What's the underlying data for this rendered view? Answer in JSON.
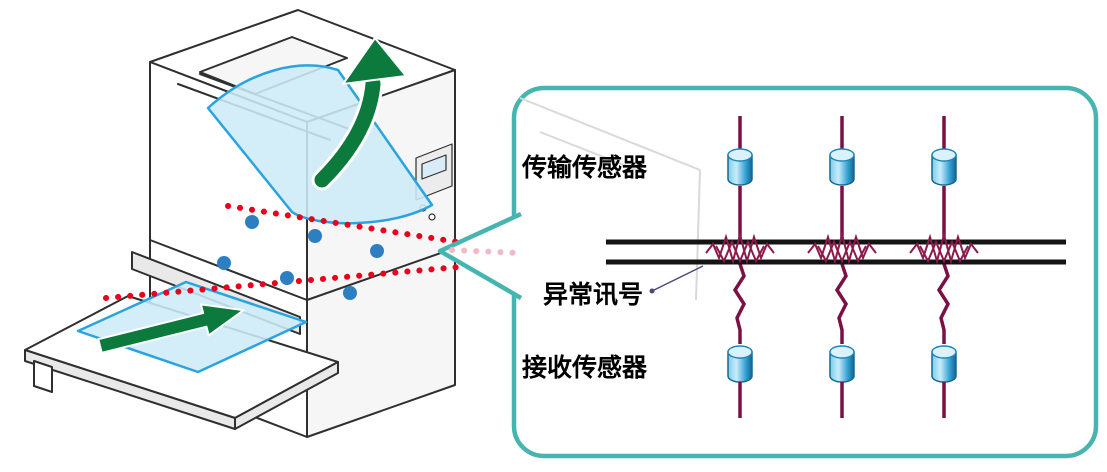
{
  "callout": {
    "labels": {
      "transmit_sensor": "传输传感器",
      "abnormal_signal": "异常讯号",
      "receive_sensor": "接收传感器"
    },
    "sensor_columns": 3
  },
  "colors": {
    "outline": "#2f2f2f",
    "panel-border": "#47b5af",
    "sensor-line": "#7a1043",
    "signal": "#8d1a4d",
    "paper-line": "#141414",
    "dot-red": "#e8001c",
    "dot-faded": "#f2b9c8",
    "deck-dot": "#2e7fc2",
    "arrow-green": "#0b7a3c",
    "paper-fill": "#cdeaf8",
    "paper-stroke": "#2aa3df",
    "ghost": "#d9d9d9"
  }
}
